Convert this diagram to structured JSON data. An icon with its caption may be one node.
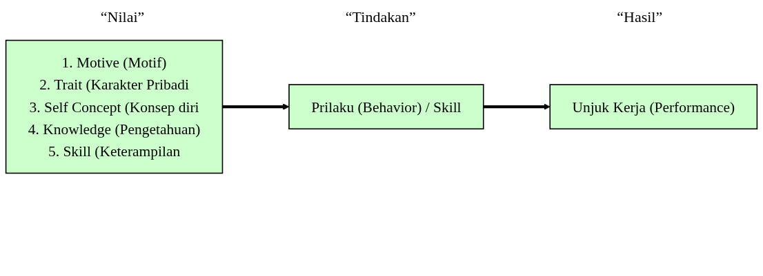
{
  "diagram": {
    "nodes": [
      {
        "text": [
          "1. Motive (Motif)",
          "2. Trait (Karakter Pribadi",
          "3. Self Concept (Konsep diri",
          "4. Knowledge (Pengetahuan)",
          "5. Skill (Keterampilan"
        ]
      },
      {
        "text": [
          "Prilaku (Behavior) / Skill"
        ]
      },
      {
        "text": [
          "Unjuk Kerja (Performance)"
        ]
      }
    ],
    "edges": [
      {
        "from": 0,
        "to": 1,
        "arrow": "to"
      },
      {
        "from": 1,
        "to": 2,
        "arrow": "to"
      }
    ],
    "labels": [
      "“Nilai”",
      "“Tindakan”",
      "“Hasil”"
    ]
  }
}
